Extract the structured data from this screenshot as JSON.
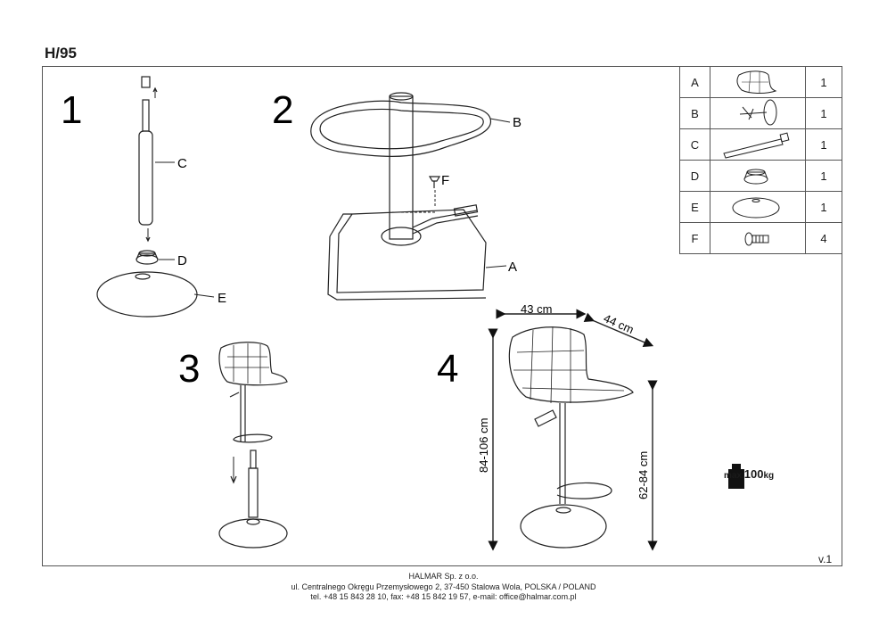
{
  "title": "H/95",
  "version": "v.1",
  "steps": [
    "1",
    "2",
    "3",
    "4"
  ],
  "callouts": {
    "A": "A",
    "B": "B",
    "C": "C",
    "D": "D",
    "E": "E",
    "F": "F"
  },
  "dimensions": {
    "width": "43 cm",
    "depth": "44 cm",
    "total_height": "84-106 cm",
    "seat_height": "62-84 cm"
  },
  "max_load": {
    "prefix": "max.",
    "value": "100",
    "unit": "kg"
  },
  "parts_table": [
    {
      "letter": "A",
      "icon": "seat-icon",
      "qty": "1"
    },
    {
      "letter": "B",
      "icon": "footrest-icon",
      "qty": "1"
    },
    {
      "letter": "C",
      "icon": "gas-lift-icon",
      "qty": "1"
    },
    {
      "letter": "D",
      "icon": "base-cap-icon",
      "qty": "1"
    },
    {
      "letter": "E",
      "icon": "base-plate-icon",
      "qty": "1"
    },
    {
      "letter": "F",
      "icon": "screw-icon",
      "qty": "4"
    }
  ],
  "footer": {
    "line1": "HALMAR Sp. z o.o.",
    "line2": "ul. Centralnego Okręgu Przemysłowego 2, 37-450 Stalowa Wola, POLSKA / POLAND",
    "line3": "tel. +48 15 843 28 10, fax: +48 15 842 19 57, e-mail: office@halmar.com.pl"
  }
}
